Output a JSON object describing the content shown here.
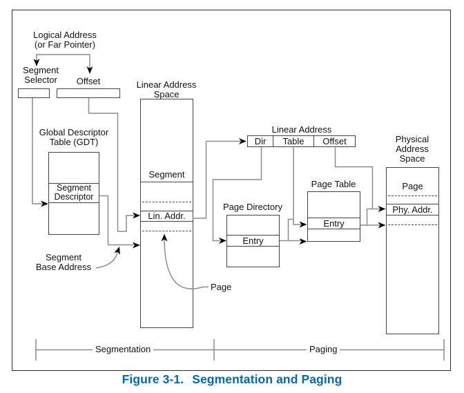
{
  "figure": {
    "caption": {
      "prefix": "Figure 3-1.",
      "title": "Segmentation and Paging",
      "color": "#0069b4"
    },
    "line_color": "#8c8c8c",
    "box_border_color": "#424242"
  },
  "labels": {
    "logical_address": [
      "Logical Address",
      "(or Far Pointer)"
    ],
    "segment_selector": [
      "Segment",
      "Selector"
    ],
    "offset": "Offset",
    "linear_address_space": [
      "Linear Address",
      "Space"
    ],
    "gdt_title": [
      "Global Descriptor",
      "Table (GDT)"
    ],
    "segment_base_address": [
      "Segment",
      "Base Address"
    ],
    "linear_address": "Linear Address",
    "physical_address_space": [
      "Physical",
      "Address",
      "Space"
    ],
    "page_directory": "Page Directory",
    "page_table": "Page Table",
    "page_annotation": "Page",
    "segmentation": "Segmentation",
    "paging": "Paging"
  },
  "boxes": {
    "gdt_cell": [
      "Segment",
      "Descriptor"
    ],
    "las_segment": "Segment",
    "las_lin_addr": "Lin. Addr.",
    "dir": "Dir",
    "table": "Table",
    "offset": "Offset",
    "pd_entry": "Entry",
    "pt_entry": "Entry",
    "phys_page": "Page",
    "phys_addr": "Phy. Addr."
  }
}
